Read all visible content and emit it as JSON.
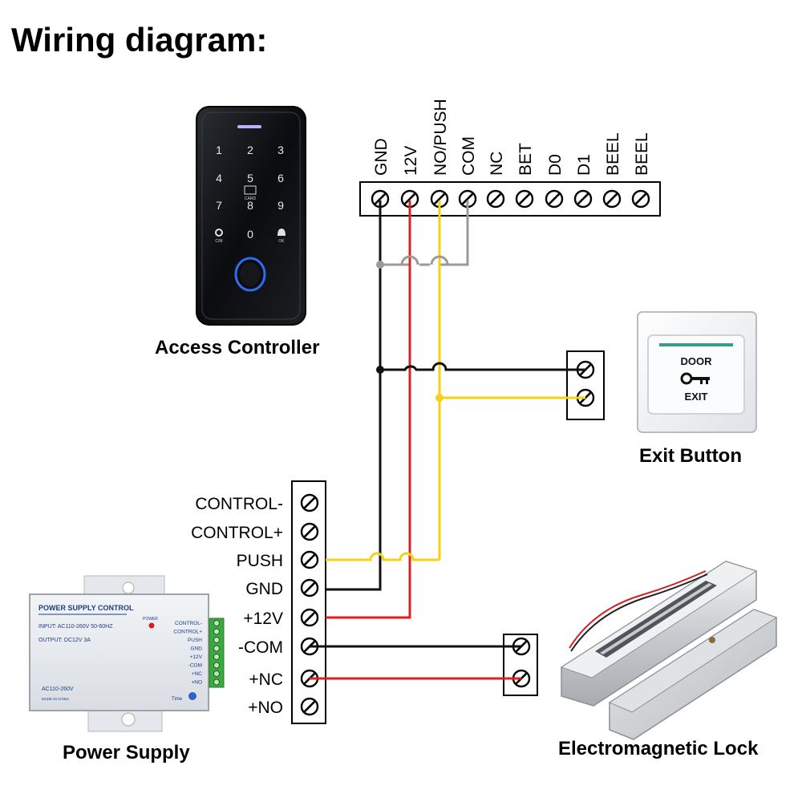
{
  "title": "Wiring diagram:",
  "controller": {
    "caption": "Access Controller",
    "terminals": [
      "GND",
      "12V",
      "NO/PUSH",
      "COM",
      "NC",
      "BET",
      "D0",
      "D1",
      "BEEL",
      "BEEL"
    ],
    "keypad": [
      "1",
      "2",
      "3",
      "4",
      "5",
      "6",
      "7",
      "8",
      "9",
      "0"
    ],
    "key_left_sub": "C/M",
    "key_right_sub": "OK",
    "card_label": "CARD"
  },
  "exit_button": {
    "caption": "Exit Button",
    "line1": "DOOR",
    "line2": "EXIT"
  },
  "power_supply": {
    "caption": "Power Supply",
    "terminals": [
      "CONTROL-",
      "CONTROL+",
      "PUSH",
      "GND",
      "+12V",
      "-COM",
      "+NC",
      "+NO"
    ],
    "box_title": "POWER SUPPLY CONTROL",
    "input_text": "INPUT: AC110-260V 50-60HZ",
    "output_text": "OUTPUT: DC12V  3A",
    "ac_text": "AC110-260V",
    "made_text": "MADE IN CHINA",
    "power_led_label": "POWER",
    "time_label": "Time",
    "side_labels": [
      "CONTROL-",
      "CONTROL+",
      "PUSH",
      "GND",
      "+12V",
      "-COM",
      "+NC",
      "+NO"
    ]
  },
  "lock": {
    "caption": "Electromagnetic Lock"
  },
  "wire_colors": {
    "black": "#111111",
    "red": "#e02020",
    "yellow": "#f2d21a",
    "gray": "#9a9a9a"
  }
}
